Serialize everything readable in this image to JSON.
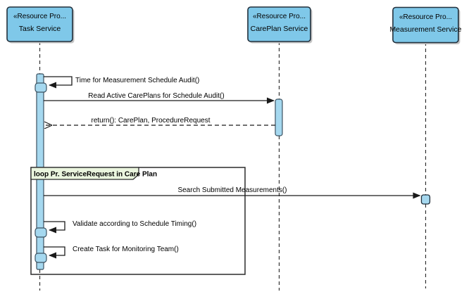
{
  "diagram": {
    "kind": "uml-sequence-diagram",
    "background": "#ffffff"
  },
  "colors": {
    "lifeline_head_fill": "#7fc8e9",
    "lifeline_head_border": "#22303c",
    "head_shadow": "#c4c4c4",
    "activation_fill": "#a5d8ef",
    "activation_border": "#3c5261",
    "fragment_label_fill": "#eaf5de",
    "fragment_border": "#2b2b2b",
    "message_line": "#1a1a1a",
    "lifeline_dash": "#333333"
  },
  "lifelines": [
    {
      "stereotype": "«Resource Pro...",
      "name": "Task Service"
    },
    {
      "stereotype": "«Resource Pro...",
      "name": "CarePlan Service"
    },
    {
      "stereotype": "«Resource Pro...",
      "name": "Measurement Service"
    }
  ],
  "fragment": {
    "operator": "loop",
    "guard": "Pr. ServiceRequest in Care Plan",
    "label": "loop Pr. ServiceRequest in Care Plan"
  },
  "messages": [
    {
      "label": "Time for Measurement Schedule Audit()",
      "type": "self",
      "from": "Task Service",
      "to": "Task Service"
    },
    {
      "label": "Read Active CarePlans for Schedule Audit()",
      "type": "sync",
      "from": "Task Service",
      "to": "CarePlan Service"
    },
    {
      "label": "return(): CarePlan, ProcedureRequest",
      "type": "return",
      "from": "CarePlan Service",
      "to": "Task Service"
    },
    {
      "label": "Search Submitted Measurements()",
      "type": "sync",
      "from": "Task Service",
      "to": "Measurement Service"
    },
    {
      "label": "Validate according to Schedule Timing()",
      "type": "self",
      "from": "Task Service",
      "to": "Task Service"
    },
    {
      "label": "Create Task for Monitoring Team()",
      "type": "self",
      "from": "Task Service",
      "to": "Task Service"
    }
  ]
}
